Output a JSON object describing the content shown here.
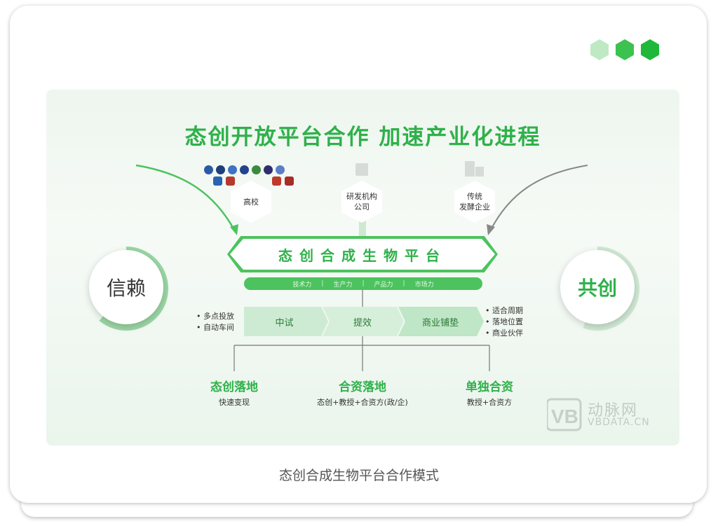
{
  "title": "态创开放平台合作  加速产业化进程",
  "partners": [
    {
      "label": "高校"
    },
    {
      "label": "研发机构\n公司"
    },
    {
      "label": "传统\n发酵企业"
    }
  ],
  "platform": "态创合成生物平台",
  "capabilities": [
    "技术力",
    "生产力",
    "产品力",
    "市场力"
  ],
  "left_circle": "信赖",
  "right_circle": "共创",
  "left_list": [
    "多点投放",
    "自动车间"
  ],
  "stages": [
    "中试",
    "提效",
    "商业铺垫"
  ],
  "right_list": [
    "适合周期",
    "落地位置",
    "商业伙伴"
  ],
  "outcomes": [
    {
      "title": "态创落地",
      "sub": "快速变现"
    },
    {
      "title": "合资落地",
      "sub": "态创+教授+合资方(政/企)"
    },
    {
      "title": "单独合资",
      "sub": "教授+合资方"
    }
  ],
  "watermark": {
    "cn": "动脉网",
    "en": "VBDATA.CN"
  },
  "caption": "态创合成生物平台合作模式",
  "colors": {
    "green": "#2fb14a",
    "light_green": "#4cc35e"
  }
}
